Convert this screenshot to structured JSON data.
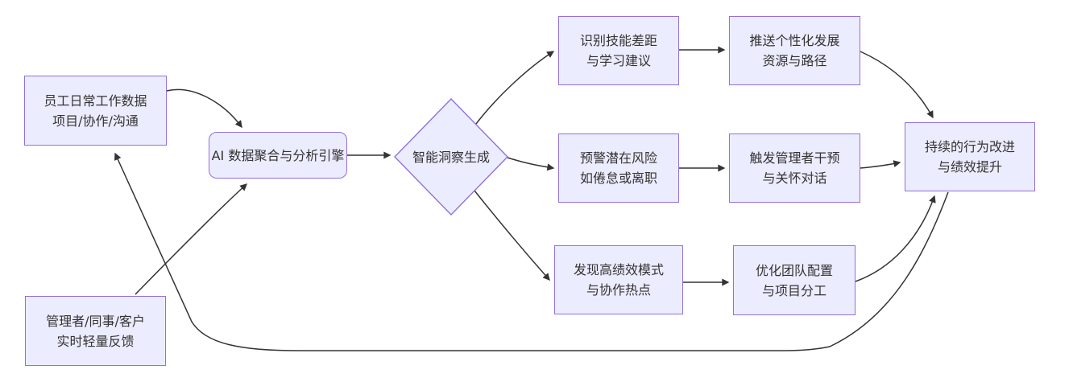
{
  "diagram": {
    "type": "flowchart",
    "node_fill": "#ECECFF",
    "node_border": "#9370DB",
    "edge_color": "#333333",
    "text_color": "#333333",
    "background": "#ffffff"
  },
  "nodes": {
    "employee_data": {
      "line1": "员工日常工作数据",
      "line2": "项目/协作/沟通"
    },
    "feedback_input": {
      "line1": "管理者/同事/客户",
      "line2": "实时轻量反馈"
    },
    "ai_engine": {
      "line1": "AI 数据聚合与分析引擎"
    },
    "insight": {
      "line1": "智能洞察生成"
    },
    "skill_gap": {
      "line1": "识别技能差距",
      "line2": "与学习建议"
    },
    "push_resources": {
      "line1": "推送个性化发展",
      "line2": "资源与路径"
    },
    "risk_alert": {
      "line1": "预警潜在风险",
      "line2": "如倦怠或离职"
    },
    "manager_intervention": {
      "line1": "触发管理者干预",
      "line2": "与关怀对话"
    },
    "high_perf": {
      "line1": "发现高绩效模式",
      "line2": "与协作热点"
    },
    "team_optimize": {
      "line1": "优化团队配置",
      "line2": "与项目分工"
    },
    "improvement": {
      "line1": "持续的行为改进",
      "line2": "与绩效提升"
    }
  }
}
